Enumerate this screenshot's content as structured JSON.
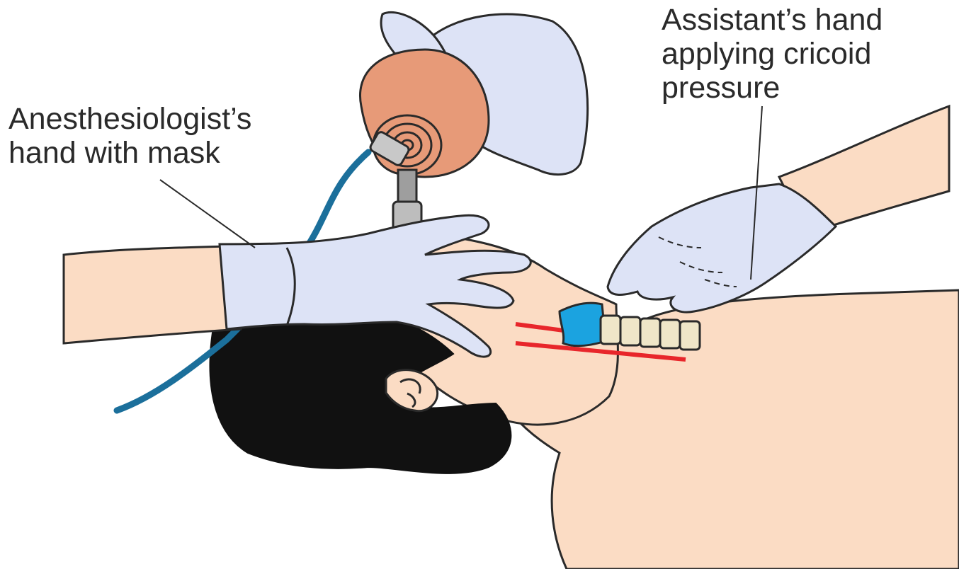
{
  "labels": {
    "anesthesiologist": {
      "lines": [
        "Anesthesiologist’s",
        "hand with mask"
      ]
    },
    "assistant": {
      "lines": [
        "Assistant’s hand",
        "applying cricoid",
        "pressure"
      ]
    }
  },
  "colors": {
    "skin": "#fbdcc4",
    "glove": "#dde3f6",
    "hair": "#111111",
    "bag": "#e79a78",
    "tube": "#1b6f9b",
    "cricoid": "#1ba3e0",
    "esophagus": "#e8262b",
    "trachea_rings": "#efe6c8",
    "outline": "#2a2a2a"
  }
}
